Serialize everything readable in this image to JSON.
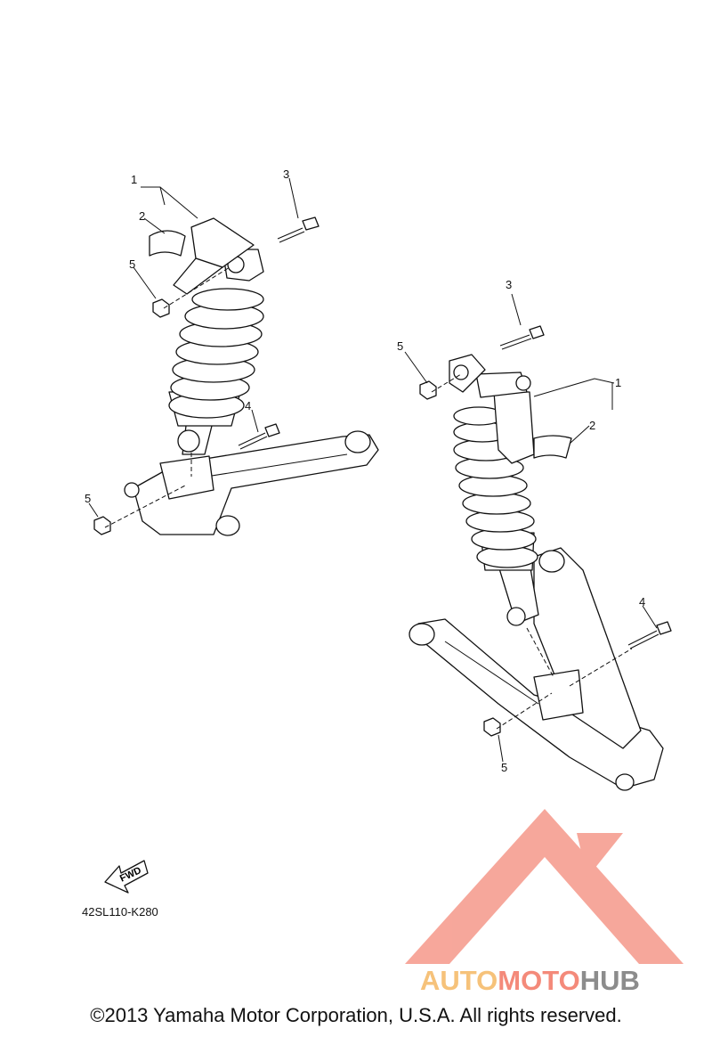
{
  "callouts": {
    "left": {
      "c1": "1",
      "c2": "2",
      "c3": "3",
      "c4": "4",
      "c5a": "5",
      "c5b": "5"
    },
    "right": {
      "c1": "1",
      "c2": "2",
      "c3": "3",
      "c4": "4",
      "c5a": "5",
      "c5b": "5"
    }
  },
  "fwd_label": "FWD",
  "diagram_code": "42SL110-K280",
  "watermark": {
    "part1": "AUTO",
    "part2": "MOTO",
    "part3": "HUB",
    "color_auto": "#f6c27a",
    "color_moto": "#f48a7a",
    "color_hub": "#8c8c8c",
    "logo_color": "#f48a7a"
  },
  "copyright": "©2013 Yamaha Motor Corporation, U.S.A. All rights reserved."
}
